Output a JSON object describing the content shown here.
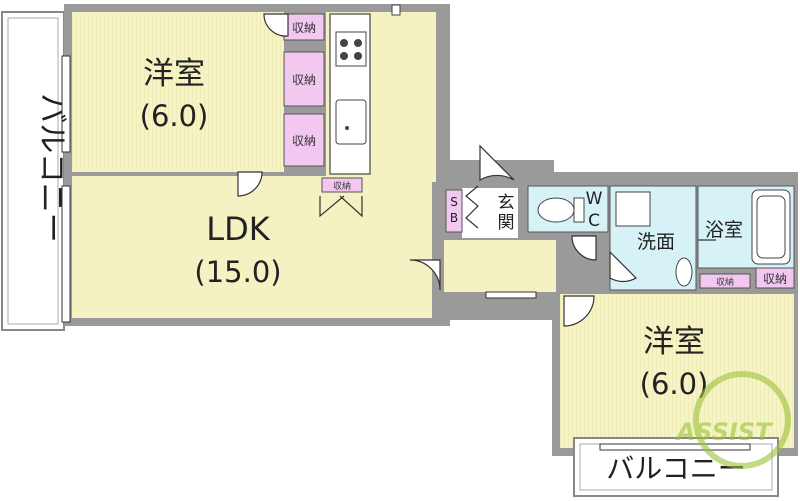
{
  "rooms": {
    "western_room_1": {
      "name": "洋室",
      "size": "(6.0)"
    },
    "ldk": {
      "name": "LDK",
      "size": "(15.0)"
    },
    "western_room_2": {
      "name": "洋室",
      "size": "(6.0)"
    },
    "washroom": {
      "name": "洗面"
    },
    "bathroom": {
      "name": "浴室"
    },
    "toilet": {
      "name": "WC"
    },
    "entrance": {
      "name": "玄関"
    },
    "shoe_box": {
      "name": "SB"
    }
  },
  "storage": {
    "label": "収納",
    "units": [
      "収納",
      "収納",
      "収納",
      "収納",
      "収納",
      "収納"
    ]
  },
  "balconies": {
    "left": "バルコニー",
    "bottom": "バルコニー"
  },
  "watermark": {
    "text": "ASSIST"
  },
  "colors": {
    "wall": "#9a9a9a",
    "yellow_room": "#f6f3c6",
    "ldk": "#f4f2c2",
    "storage": "#f2c8f0",
    "wet_area": "#d6f2f7",
    "balcony": "#ffffff",
    "watermark": "#9cc23c"
  }
}
